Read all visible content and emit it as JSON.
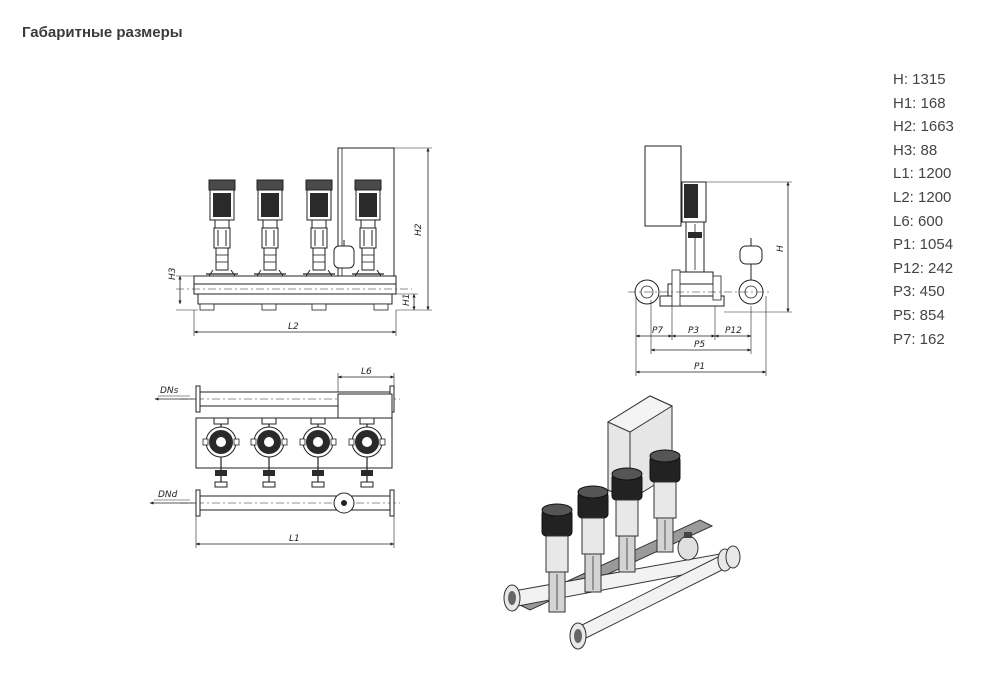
{
  "page": {
    "title": "Габаритные размеры"
  },
  "dimensions": [
    {
      "label": "H",
      "value": "1315",
      "text": "H: 1315"
    },
    {
      "label": "H1",
      "value": "168",
      "text": "H1: 168"
    },
    {
      "label": "H2",
      "value": "1663",
      "text": "H2: 1663"
    },
    {
      "label": "H3",
      "value": "88",
      "text": "H3: 88"
    },
    {
      "label": "L1",
      "value": "1200",
      "text": "L1: 1200"
    },
    {
      "label": "L2",
      "value": "1200",
      "text": "L2: 1200"
    },
    {
      "label": "L6",
      "value": "600",
      "text": "L6: 600"
    },
    {
      "label": "P1",
      "value": "1054",
      "text": "P1: 1054"
    },
    {
      "label": "P12",
      "value": "242",
      "text": "P12: 242"
    },
    {
      "label": "P3",
      "value": "450",
      "text": "P3: 450"
    },
    {
      "label": "P5",
      "value": "854",
      "text": "P5: 854"
    },
    {
      "label": "P7",
      "value": "162",
      "text": "P7: 162"
    }
  ],
  "drawing_labels": {
    "front": {
      "h2": "H2",
      "h3": "H3",
      "h1": "H1",
      "l2": "L2"
    },
    "side": {
      "h": "H",
      "p7": "P7",
      "p3": "P3",
      "p12": "P12",
      "p5": "P5",
      "p1": "P1"
    },
    "top": {
      "l6": "L6",
      "dns": "DNs",
      "dnd": "DNd",
      "l1": "L1"
    }
  }
}
